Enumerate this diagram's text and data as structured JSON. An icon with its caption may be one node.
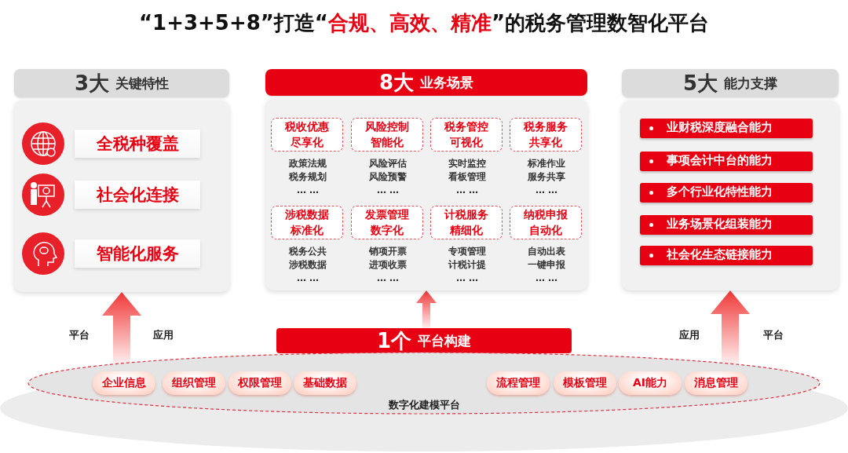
{
  "diagram": {
    "title": "“1+3+5+8”打造“*合规、高效、精准*”的税务管理数智化平台",
    "nodes": [
      {
        "text": [
          "3大",
          "关键特性"
        ]
      },
      {
        "text": [],
        "shape": "box"
      },
      {
        "text": [
          "全税种覆盖"
        ],
        "in": 1
      },
      {
        "text": [
          "社会化连接"
        ],
        "in": 1
      },
      {
        "text": [
          "智能化服务"
        ],
        "in": 1
      },
      {
        "text": [
          "8大",
          "业务场景"
        ]
      },
      {
        "text": [],
        "shape": "box"
      },
      {
        "text": [
          "税收优惠尽享化"
        ],
        "in": 6,
        "beside": [
          "政策法规",
          "税务规划",
          "… …"
        ]
      },
      {
        "text": [
          "风险控制智能化"
        ],
        "in": 6,
        "beside": [
          "风险评估",
          "风险预警",
          "… …"
        ]
      },
      {
        "text": [
          "税务管控可视化"
        ],
        "in": 6,
        "beside": [
          "实时监控",
          "看板管理",
          "… …"
        ]
      },
      {
        "text": [
          "税务服务共享化"
        ],
        "in": 6,
        "beside": [
          "标准作业",
          "服务共享",
          "… …"
        ]
      },
      {
        "text": [
          "涉税数据标准化"
        ],
        "in": 6,
        "beside": [
          "税务公共",
          "涉税数据",
          "… …"
        ]
      },
      {
        "text": [
          "发票管理数字化"
        ],
        "in": 6,
        "beside": [
          "销项开票",
          "进项收票",
          "… …"
        ]
      },
      {
        "text": [
          "计税服务精细化"
        ],
        "in": 6,
        "beside": [
          "专项管理",
          "计税计提",
          "… …"
        ]
      },
      {
        "text": [
          "纳税申报自动化"
        ],
        "in": 6,
        "beside": [
          "自动出表",
          "一键申报",
          "… …"
        ]
      },
      {
        "text": [
          "5大",
          "能力支撑"
        ]
      },
      {
        "text": [],
        "shape": "box"
      },
      {
        "text": [
          "业财税深度融合能力"
        ],
        "in": 16
      },
      {
        "text": [
          "事项会计中台的能力"
        ],
        "in": 16
      },
      {
        "text": [
          "多个行业化特性能力"
        ],
        "in": 16
      },
      {
        "text": [
          "业务场景化组装能力"
        ],
        "in": 16
      },
      {
        "text": [
          "社会化生态链接能力"
        ],
        "in": 16
      },
      {
        "text": [
          "1个",
          "平台构建"
        ]
      },
      {
        "text": [
          "数字化建模平台"
        ]
      },
      {
        "text": [
          "企业信息"
        ],
        "in": 23
      },
      {
        "text": [
          "组织管理"
        ],
        "in": 23
      },
      {
        "text": [
          "权限管理"
        ],
        "in": 23
      },
      {
        "text": [
          "基础数据"
        ],
        "in": 23
      },
      {
        "text": [
          "流程管理"
        ],
        "in": 23
      },
      {
        "text": [
          "模板管理"
        ],
        "in": 23
      },
      {
        "text": [
          "AI能力"
        ],
        "in": 23
      },
      {
        "text": [
          "消息管理"
        ],
        "in": 23
      }
    ],
    "edges": [
      {
        "from": 23,
        "to": 1,
        "arrow": "to"
      },
      {
        "from": 22,
        "to": 6,
        "arrow": "to"
      },
      {
        "from": 23,
        "to": 16,
        "arrow": "to"
      }
    ],
    "labels": [
      "平台",
      "应用",
      "应用",
      "平台"
    ]
  }
}
